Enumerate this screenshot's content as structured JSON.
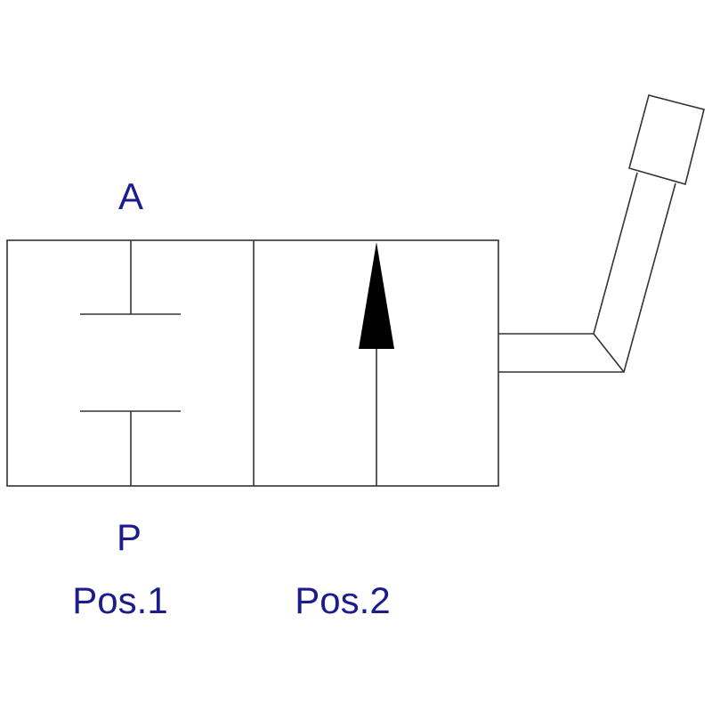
{
  "labels": {
    "port_a": "A",
    "port_p": "P",
    "position_1": "Pos.1",
    "position_2": "Pos.2"
  },
  "colors": {
    "label": "#1c1c8c",
    "line": "#333333",
    "arrow": "#000000"
  }
}
